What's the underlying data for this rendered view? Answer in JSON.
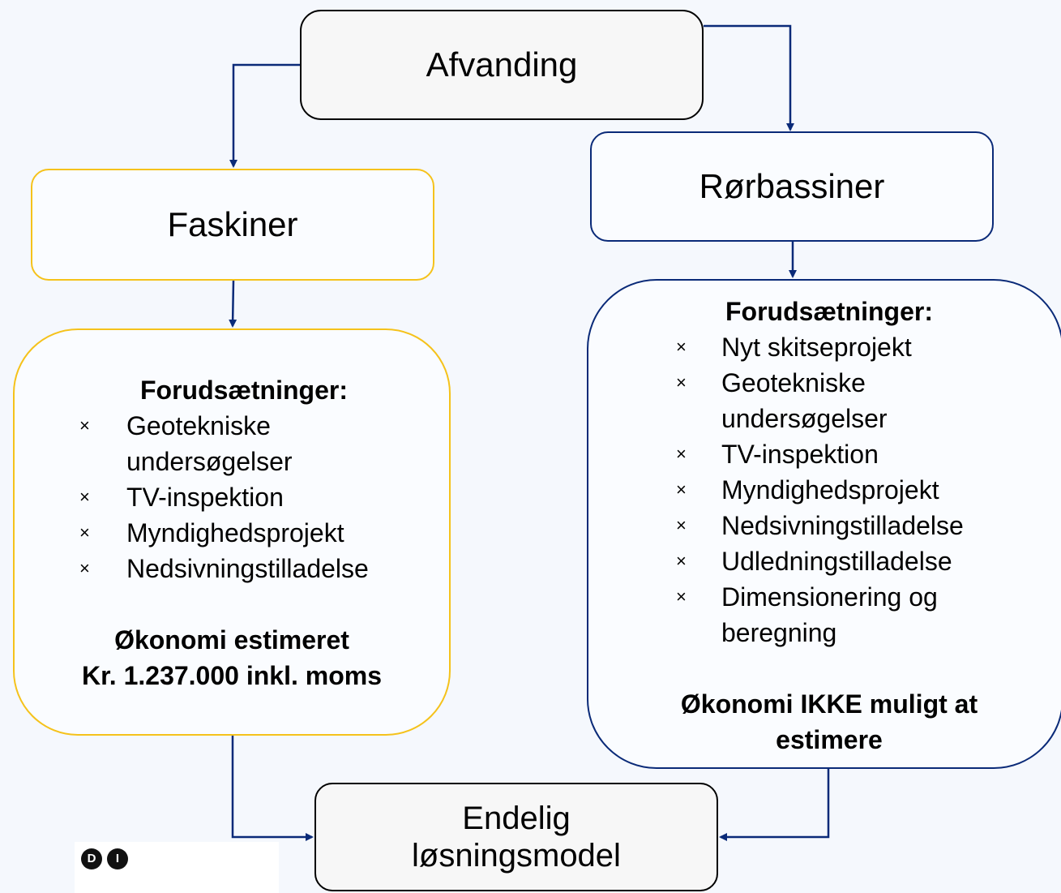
{
  "nodes": {
    "afvanding": "Afvanding",
    "faskiner": "Faskiner",
    "rorbassiner": "Rørbassiner",
    "endelig_line1": "Endelig",
    "endelig_line2": "løsningsmodel"
  },
  "faskiner_detail": {
    "heading": "Forudsætninger:",
    "marker": "×",
    "items": [
      [
        "Geotekniske",
        "undersøgelser"
      ],
      [
        "TV-inspektion"
      ],
      [
        "Myndighedsprojekt"
      ],
      [
        "Nedsivningstilladelse"
      ]
    ],
    "economy_line1": "Økonomi estimeret",
    "economy_line2": "Kr. 1.237.000 inkl. moms"
  },
  "rorbassiner_detail": {
    "heading": "Forudsætninger:",
    "marker": "×",
    "items": [
      [
        "Nyt skitseprojekt"
      ],
      [
        "Geotekniske",
        "undersøgelser"
      ],
      [
        "TV-inspektion"
      ],
      [
        "Myndighedsprojekt"
      ],
      [
        "Nedsivningstilladelse"
      ],
      [
        "Udledningstilladelse"
      ],
      [
        "Dimensionering og",
        "beregning"
      ]
    ],
    "economy_line1": "Økonomi IKKE muligt at",
    "economy_line2": "estimere"
  },
  "logo": {
    "letters": [
      "D",
      "I"
    ]
  },
  "colors": {
    "navy": "#0a2a78",
    "yellow": "#f5c21b",
    "background": "#f5f8fd"
  }
}
